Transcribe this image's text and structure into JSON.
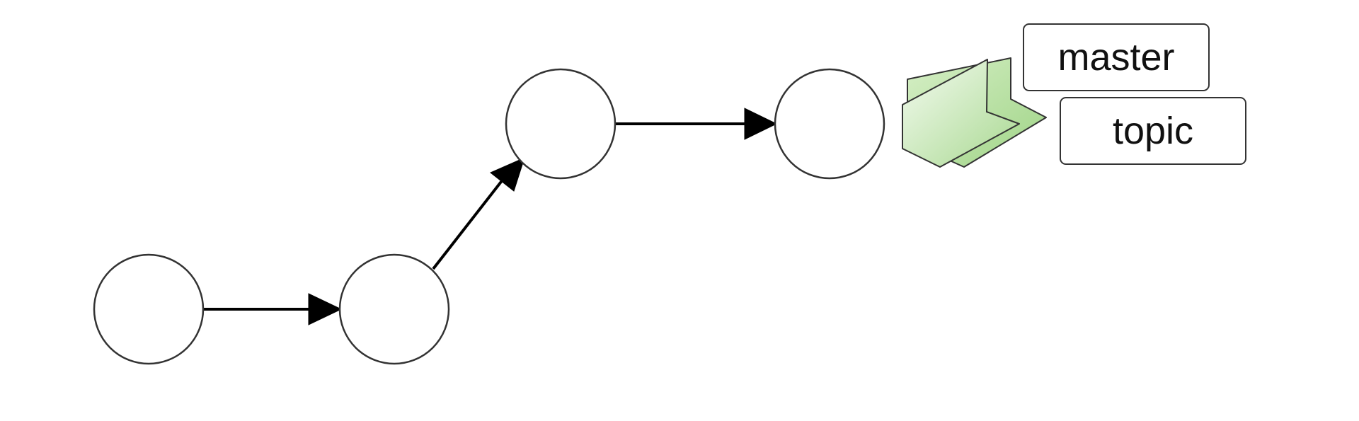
{
  "diagram": {
    "commits": [
      {
        "id": "c1"
      },
      {
        "id": "c2"
      },
      {
        "id": "c3"
      },
      {
        "id": "c4"
      }
    ],
    "edges": [
      {
        "from": "c1",
        "to": "c2"
      },
      {
        "from": "c2",
        "to": "c3"
      },
      {
        "from": "c3",
        "to": "c4"
      }
    ],
    "refs": [
      {
        "label": "master",
        "points_to": "c4"
      },
      {
        "label": "topic",
        "points_to": "c4"
      }
    ],
    "colors": {
      "flag_light": "#f4fbf0",
      "flag_dark": "#a8d890",
      "outline": "#333333"
    },
    "icons": [
      "branch-tag-icon"
    ]
  }
}
